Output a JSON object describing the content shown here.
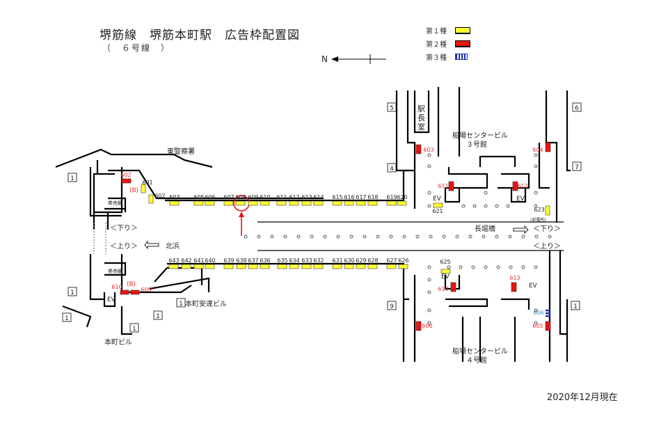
{
  "header": {
    "title": "堺筋線　堺筋本町駅　広告枠配置図",
    "subtitle": "（　６号線　）"
  },
  "legend": {
    "items": [
      {
        "label": "第１種",
        "type": "type1",
        "color": "#ffff33"
      },
      {
        "label": "第２種",
        "type": "type2",
        "color": "#ee1111"
      },
      {
        "label": "第３種",
        "type": "type3",
        "color": "#1a2fb8"
      }
    ]
  },
  "compass": {
    "label": "N",
    "icon": "north-arrow-icon"
  },
  "footer": {
    "date": "2020年12月現在"
  },
  "colors": {
    "type1": "#ffff33",
    "type2": "#ee1111",
    "type3": "#1a2fb8",
    "highlight": "#e8101a",
    "red_text": "#e03030",
    "blue_text": "#3a8fd0"
  },
  "labels": {
    "east_police": "東警察署",
    "honmachi_bldg": "本町ビル",
    "honmachi_adachi_bldg": "本町安達ビル",
    "funaba_3": "船場センタービル",
    "funaba_3_sub": "３号館",
    "funaba_4": "船場センタービル",
    "funaba_4_sub": "４号館",
    "station_master": "駅長室",
    "down_left": "＜下り＞",
    "up_left": "＜上り＞",
    "down_right": "＜下り＞",
    "up_right": "＜上り＞",
    "kitahama": "北浜",
    "nagahoribashi": "長堀橋",
    "ticket_machine": "券売機",
    "ticket": "券売",
    "ev": "EV",
    "b_mark": "(B)",
    "power_room": "(非電所)"
  },
  "exits": [
    "1",
    "1",
    "1",
    "1",
    "1",
    "1",
    "1",
    "4",
    "5",
    "6",
    "7",
    "9"
  ],
  "ads": {
    "upper_row": [
      "603",
      "605",
      "606",
      "607",
      "608",
      "609",
      "610",
      "611",
      "612",
      "613",
      "614",
      "615",
      "616",
      "617",
      "618",
      "619",
      "620"
    ],
    "lower_row": [
      "643",
      "642",
      "641",
      "640",
      "639",
      "638",
      "637",
      "636",
      "635",
      "634",
      "633",
      "632",
      "631",
      "630",
      "629",
      "628",
      "627",
      "626"
    ],
    "highlighted": "608",
    "misc_type1": [
      "601",
      "602",
      "621",
      "623",
      "625"
    ],
    "type2": [
      "602",
      "603",
      "604",
      "611",
      "612",
      "613",
      "614",
      "605",
      "606",
      "609",
      "610"
    ],
    "type3": [
      "606"
    ]
  }
}
